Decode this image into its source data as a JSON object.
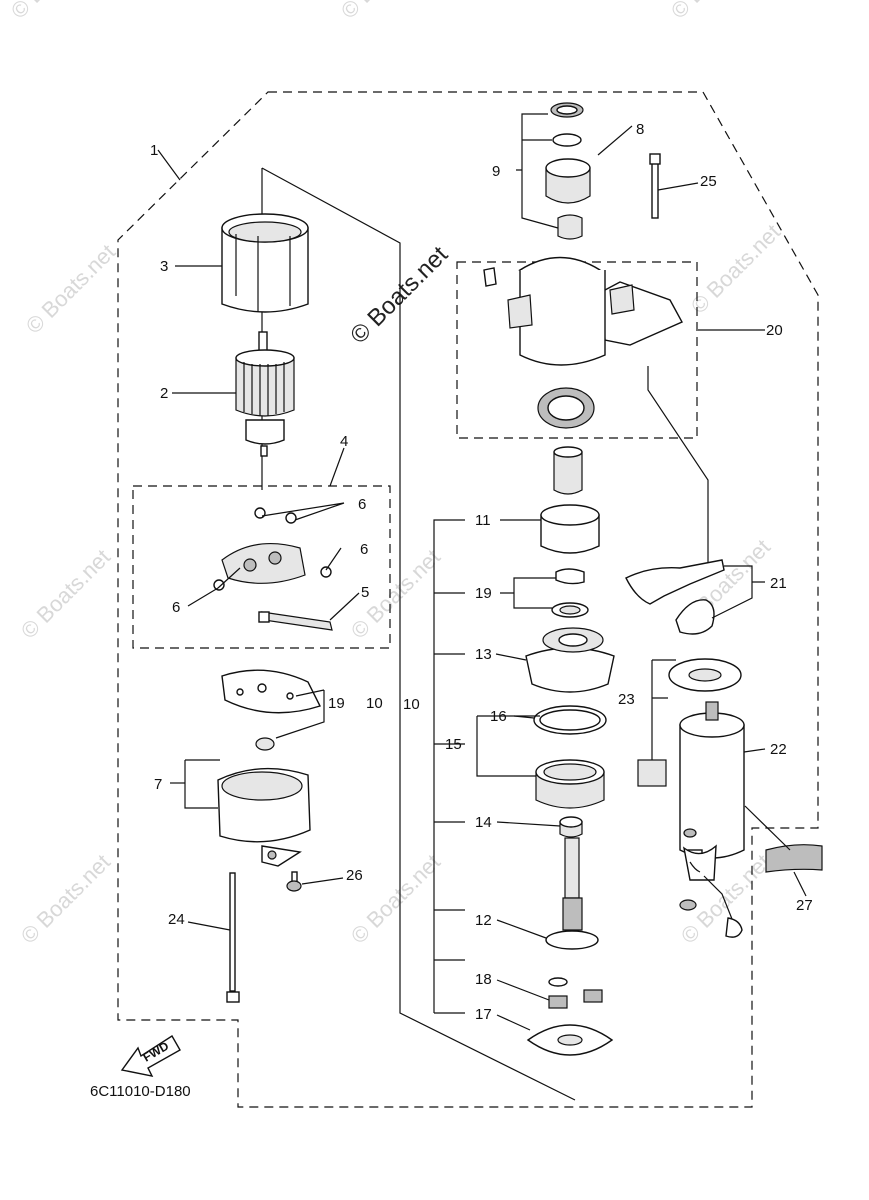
{
  "diagram": {
    "code": "6C11010-D180",
    "fwd": "FWD",
    "watermark": "© Boats.net",
    "labels": {
      "p1": "1",
      "p2": "2",
      "p3": "3",
      "p4": "4",
      "p5": "5",
      "p6a": "6",
      "p6b": "6",
      "p6c": "6",
      "p7": "7",
      "p8": "8",
      "p9": "9",
      "p10a": "10",
      "p10b": "10",
      "p11": "11",
      "p12": "12",
      "p13": "13",
      "p14": "14",
      "p15": "15",
      "p16": "16",
      "p17": "17",
      "p18": "18",
      "p19a": "19",
      "p19b": "19",
      "p20": "20",
      "p21": "21",
      "p22": "22",
      "p23": "23",
      "p24": "24",
      "p25": "25",
      "p26": "26",
      "p27": "27"
    }
  }
}
